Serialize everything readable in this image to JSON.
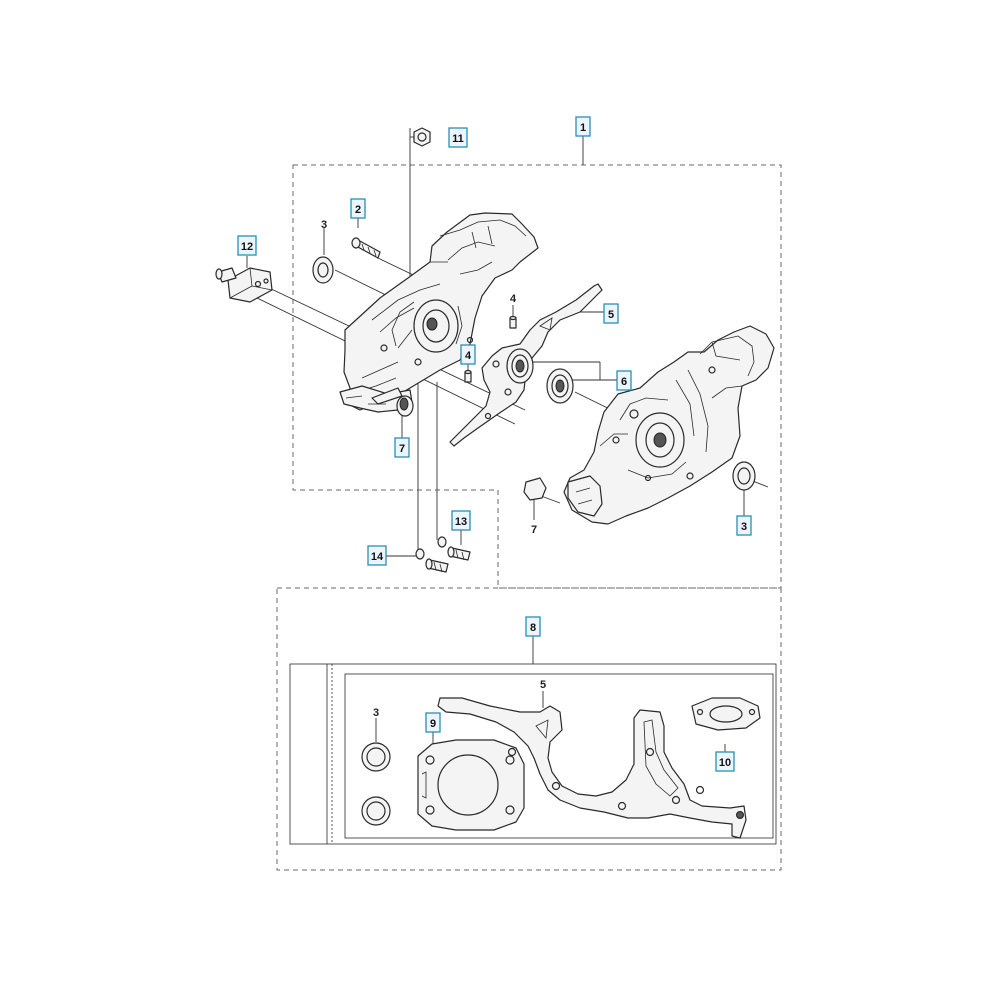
{
  "diagram": {
    "callouts": {
      "c1": "1",
      "c2": "2",
      "c3a": "3",
      "c3b": "3",
      "c3c": "3",
      "c4a": "4",
      "c4b": "4",
      "c5a": "5",
      "c5b": "5",
      "c6": "6",
      "c7a": "7",
      "c7b": "7",
      "c8": "8",
      "c9": "9",
      "c10": "10",
      "c11": "11",
      "c12": "12",
      "c13": "13",
      "c14": "14"
    }
  }
}
